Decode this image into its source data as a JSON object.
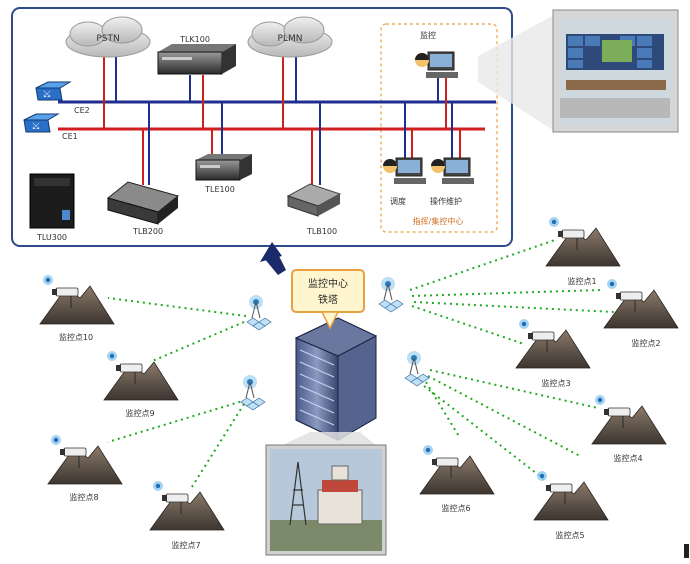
{
  "network": {
    "clouds": [
      "PSTN",
      "PLMN"
    ],
    "switches": [
      "CE2",
      "CE1"
    ],
    "devices": [
      "TLK100",
      "TLE100",
      "TLU300",
      "TLB200",
      "TLB100"
    ],
    "consoles": {
      "monitor": "监控",
      "dispatch": "调度",
      "operate": "操作维护"
    },
    "center_label": "指挥/集控中心"
  },
  "hub": {
    "callout": [
      "监控中心",
      "铁塔"
    ]
  },
  "monitor_points": [
    "监控点1",
    "监控点2",
    "监控点3",
    "监控点4",
    "监控点5",
    "监控点6",
    "监控点7",
    "监控点8",
    "监控点9",
    "监控点10"
  ],
  "colors": {
    "line_blue": "#1f2e8f",
    "line_red": "#d11f1f",
    "link_green": "#22aa22",
    "frame": "#2e4a8a",
    "dashed_orange": "#e8a040"
  }
}
